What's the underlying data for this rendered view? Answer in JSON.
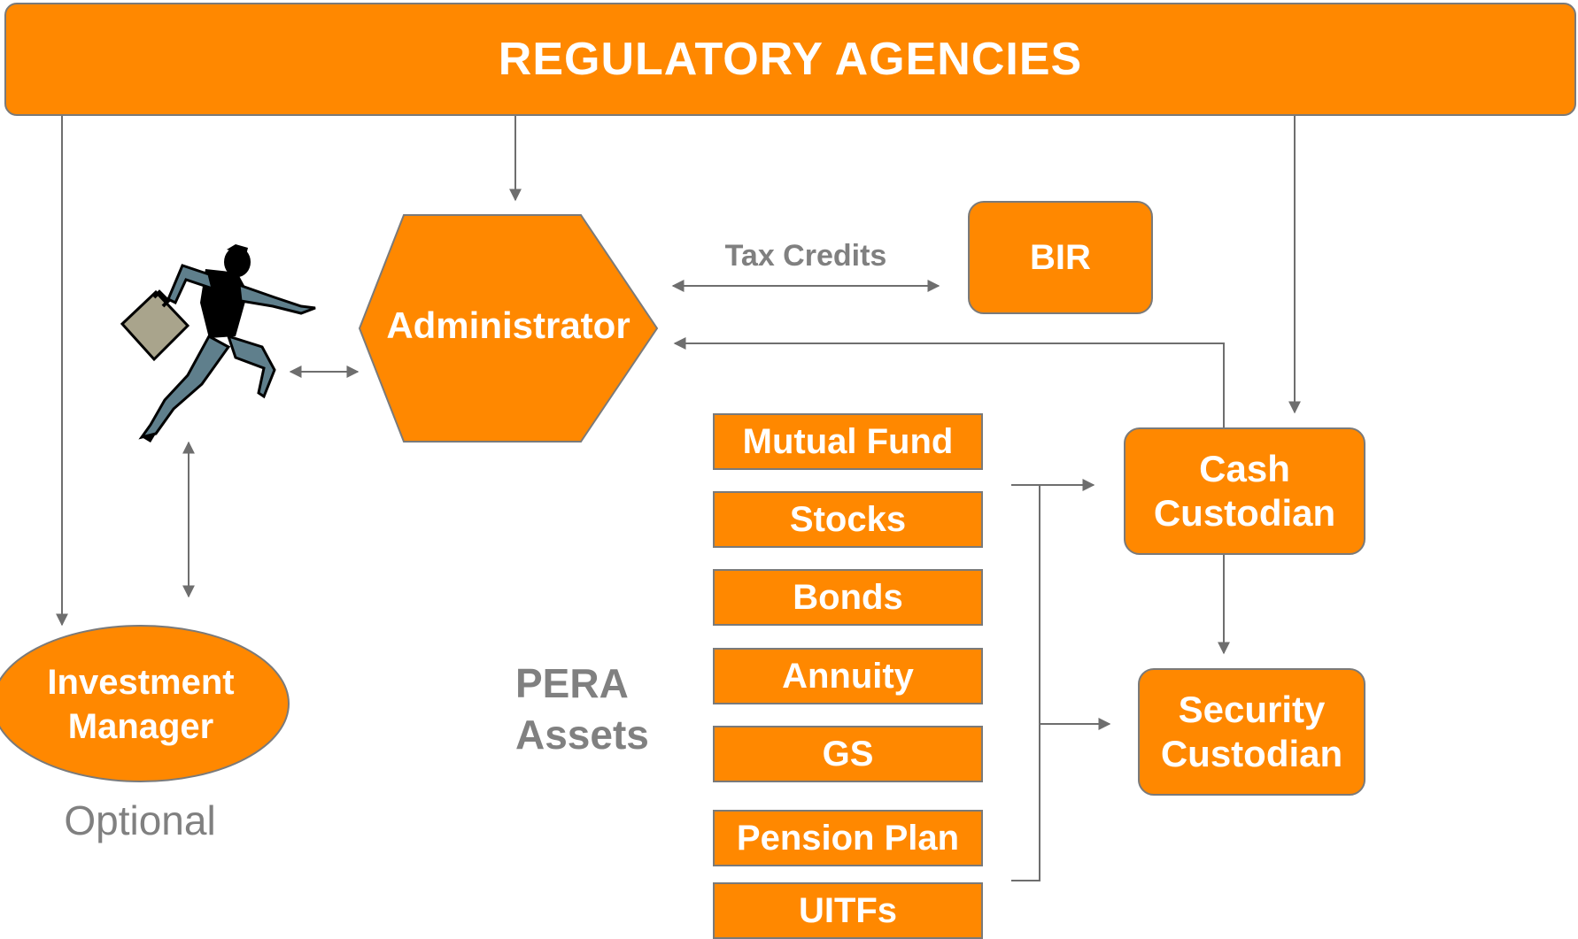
{
  "diagram": {
    "banner": "REGULATORY AGENCIES",
    "administrator": "Administrator",
    "bir": "BIR",
    "tax_credits": "Tax Credits",
    "investment_manager": "Investment\nManager",
    "optional": "Optional",
    "pera_assets": "PERA\nAssets",
    "cash_custodian": "Cash\nCustodian",
    "security_custodian": "Security\nCustodian",
    "assets": [
      "Mutual Fund",
      "Stocks",
      "Bonds",
      "Annuity",
      "GS",
      "Pension Plan",
      "UITFs"
    ],
    "icons": {
      "investor": "businessman-with-briefcase-icon"
    },
    "colors": {
      "node_fill": "#ff8800",
      "node_border": "#7a7a7a",
      "connector": "#6e6e6e",
      "muted_text": "#808080"
    }
  }
}
